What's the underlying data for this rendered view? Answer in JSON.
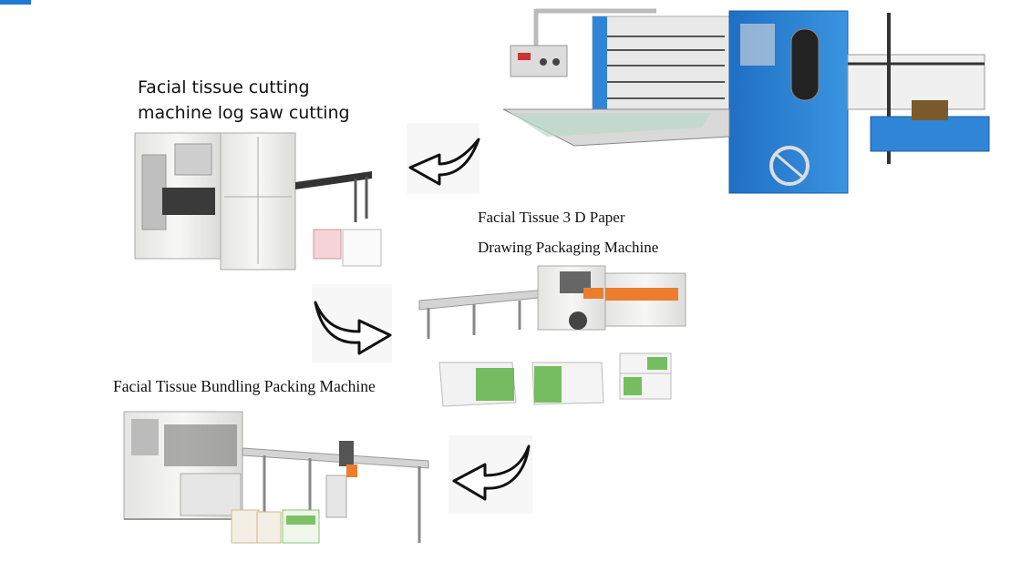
{
  "labels": {
    "cutting_title_line1": "Facial tissue cutting",
    "cutting_title_line2": "machine log saw cutting",
    "packaging_title_line1": "Facial Tissue 3 D Paper",
    "packaging_title_line2": "Drawing Packaging Machine",
    "bundling_title": "Facial Tissue Bundling Packing Machine"
  },
  "icons": [
    "folding-machine-image",
    "arrow-left-icon",
    "log-saw-machine-image",
    "arrow-right-icon",
    "packaging-machine-image",
    "tissue-packs-image",
    "arrow-left-icon",
    "bundling-machine-image"
  ],
  "colors": {
    "accent": "#1f78d1",
    "machine_blue": "#2f86d6",
    "machine_white": "#f2f2f0",
    "accent_orange": "#ec7d2f",
    "pack_green": "#5fb347"
  }
}
